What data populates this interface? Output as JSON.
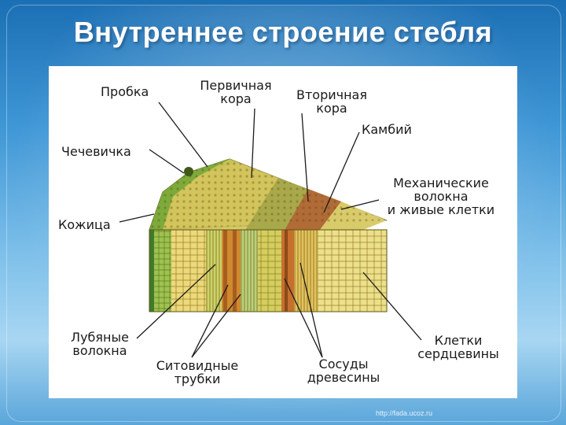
{
  "slide": {
    "title": "Внутреннее строение стебля",
    "footer": "http://fada.ucoz.ru"
  },
  "diagram": {
    "labels": {
      "cork": "Пробка",
      "primary_cortex_1": "Первичная",
      "primary_cortex_2": "кора",
      "secondary_cortex_1": "Вторичная",
      "secondary_cortex_2": "кора",
      "cambium": "Камбий",
      "lenticel": "Чечевичка",
      "mechanical_1": "Механические",
      "mechanical_2": "волокна",
      "mechanical_3": "и живые клетки",
      "epidermis": "Кожица",
      "bast_1": "Лубяные",
      "bast_2": "волокна",
      "sieve_1": "Ситовидные",
      "sieve_2": "трубки",
      "vessels_1": "Сосуды",
      "vessels_2": "древесины",
      "pith_1": "Клетки",
      "pith_2": "сердцевины"
    }
  }
}
